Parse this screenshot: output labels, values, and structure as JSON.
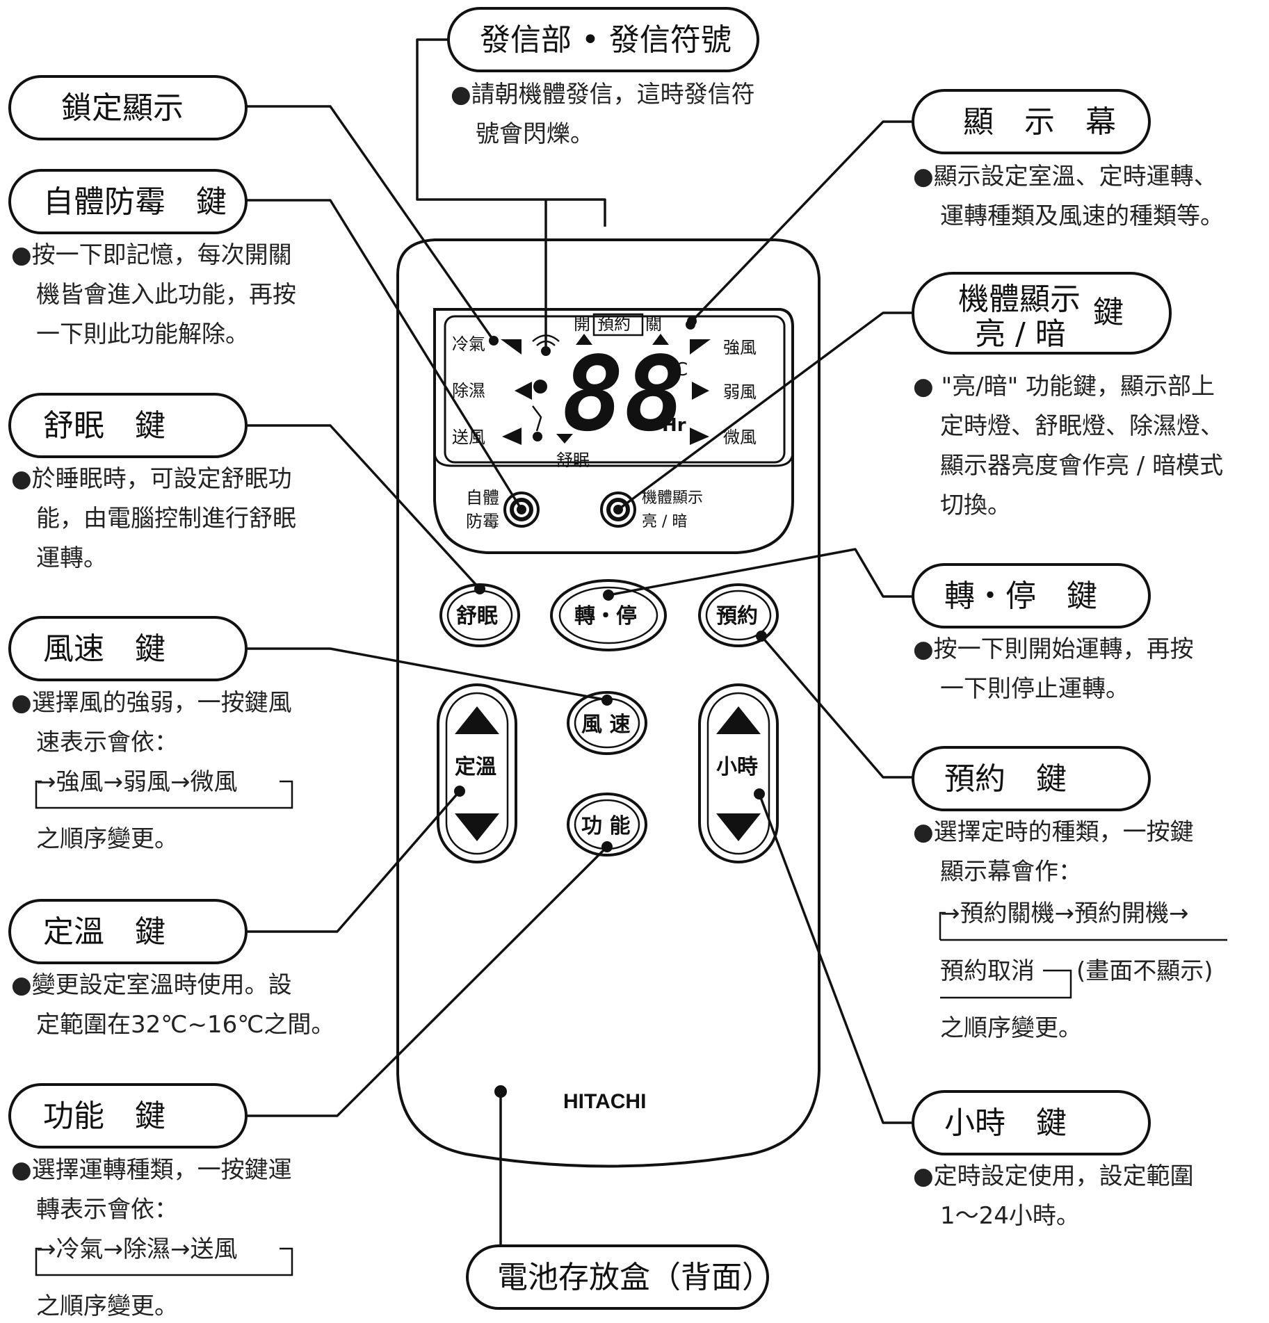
{
  "labels": {
    "transmitter": {
      "title": "發信部 • 發信符號",
      "desc": [
        "●請朝機體發信，這時發信符",
        "號會閃爍。"
      ]
    },
    "lock": {
      "title": "鎖定顯示"
    },
    "anti_mold": {
      "title": "自體防霉　鍵",
      "desc": [
        "●按一下即記憶，每次開關",
        "機皆會進入此功能，再按",
        "一下則此功能解除。"
      ]
    },
    "sleep": {
      "title": "舒眠　鍵",
      "desc": [
        "●於睡眠時，可設定舒眠功",
        "能，由電腦控制進行舒眠",
        "運轉。"
      ]
    },
    "fan": {
      "title": "風速　鍵",
      "desc": [
        "●選擇風的強弱，一按鍵風",
        "速表示會依："
      ],
      "flow": "→強風→弱風→微風",
      "tail": "之順序變更。"
    },
    "temp": {
      "title": "定溫　鍵",
      "desc": [
        "●變更設定室溫時使用。設",
        "定範圍在32℃~16℃之間。"
      ]
    },
    "mode": {
      "title": "功能　鍵",
      "desc": [
        "●選擇運轉種類，一按鍵運",
        "轉表示會依："
      ],
      "flow": "→冷氣→除濕→送風",
      "tail": "之順序變更。"
    },
    "display": {
      "title": "顯　示　幕",
      "desc": [
        "●顯示設定室溫、定時運轉、",
        "運轉種類及風速的種類等。"
      ]
    },
    "brightness": {
      "title_line1": "機體顯示",
      "title_line2": "亮 / 暗",
      "title_key": "鍵",
      "desc": [
        "● \"亮/暗\" 功能鍵，顯示部上",
        "定時燈、舒眠燈、除濕燈、",
        "顯示器亮度會作亮 / 暗模式",
        "切換。"
      ]
    },
    "onoff": {
      "title": "轉・停　鍵",
      "desc": [
        "●按一下則開始運轉，再按",
        "一下則停止運轉。"
      ]
    },
    "timer": {
      "title": "預約　鍵",
      "desc": [
        "●選擇定時的種類，一按鍵",
        "顯示幕會作："
      ],
      "flow": "→預約關機→預約開機→",
      "flow2": "預約取消",
      "note": "(畫面不顯示)",
      "tail": "之順序變更。"
    },
    "hour": {
      "title": "小時　鍵",
      "desc": [
        "●定時設定使用，設定範圍",
        "1～24小時。"
      ]
    },
    "battery": {
      "title": "電池存放盒（背面）"
    }
  },
  "remote": {
    "brand": "HITACHI",
    "lcd": {
      "top": "開",
      "top_box": "預約",
      "top_end": "關",
      "left": [
        "冷氣",
        "除濕",
        "送風"
      ],
      "right": [
        "強風",
        "弱風",
        "微風"
      ],
      "bottom": "舒眠",
      "digits": "88",
      "unit_temp": "°C",
      "unit_hr": "Hr"
    },
    "panel_left": [
      "自體",
      "防霉"
    ],
    "panel_right": [
      "機體顯示",
      "亮 / 暗"
    ],
    "buttons": {
      "sleep": "舒眠",
      "onoff": "轉・停",
      "timer": "預約",
      "fan": "風 速",
      "mode": "功 能",
      "temp": "定溫",
      "hour": "小時"
    }
  }
}
